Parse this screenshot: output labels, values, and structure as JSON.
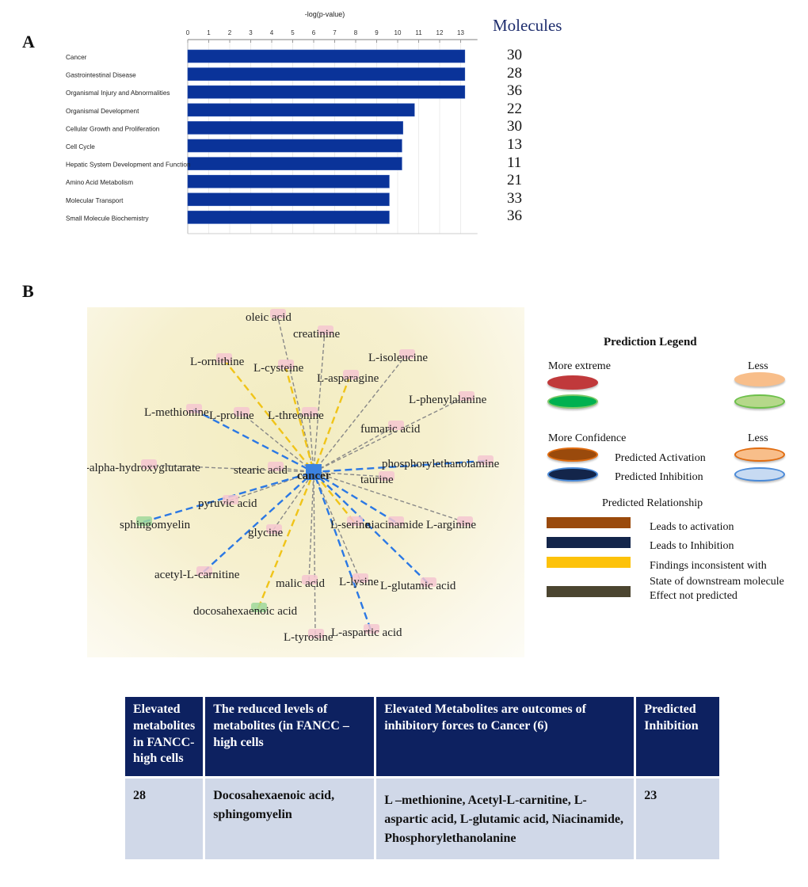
{
  "panels": {
    "a": "A",
    "b": "B"
  },
  "chart_data": [
    {
      "type": "bar",
      "orientation": "horizontal",
      "title": "",
      "xlabel": "-log(p-value)",
      "ylabel": "",
      "xlim": [
        0,
        13.8
      ],
      "xticks": [
        0,
        1,
        2,
        3,
        4,
        5,
        6,
        7,
        8,
        9,
        10,
        11,
        12,
        13
      ],
      "grid": true,
      "bar_color": "#0a3399",
      "categories": [
        "Cancer",
        "Gastrointestinal Disease",
        "Organismal Injury and Abnormalities",
        "Organismal Development",
        "Cellular Growth and Proliferation",
        "Cell Cycle",
        "Hepatic System Development and Function",
        "Amino Acid Metabolism",
        "Molecular Transport",
        "Small Molecule Biochemistry"
      ],
      "values": [
        13.2,
        13.2,
        13.2,
        10.8,
        10.25,
        10.2,
        10.2,
        9.6,
        9.6,
        9.6
      ],
      "annotation_title": "Molecules",
      "molecules": [
        "30",
        "28",
        "36",
        "22",
        "30",
        "13",
        "11",
        "21",
        "33",
        "36"
      ]
    }
  ],
  "network": {
    "center": "cancer",
    "nodes": [
      {
        "label": "oleic acid",
        "fill": "pink",
        "edge": "gray"
      },
      {
        "label": "creatinine",
        "fill": "pink",
        "edge": "gray"
      },
      {
        "label": "L-isoleucine",
        "fill": "pink",
        "edge": "gray"
      },
      {
        "label": "L-ornithine",
        "fill": "pink",
        "edge": "yellow"
      },
      {
        "label": "L-cysteine",
        "fill": "pink",
        "edge": "yellow"
      },
      {
        "label": "L-asparagine",
        "fill": "pink",
        "edge": "yellow"
      },
      {
        "label": "L-phenylalanine",
        "fill": "pink",
        "edge": "gray"
      },
      {
        "label": "L-methionine",
        "fill": "pink",
        "edge": "blue"
      },
      {
        "label": "L-proline",
        "fill": "pink",
        "edge": "gray"
      },
      {
        "label": "L-threonine",
        "fill": "pink",
        "edge": "gray"
      },
      {
        "label": "fumaric acid",
        "fill": "pink",
        "edge": "gray"
      },
      {
        "label": "D-alpha-hydroxyglutarate",
        "fill": "pink",
        "edge": "gray"
      },
      {
        "label": "stearic acid",
        "fill": "pink",
        "edge": "gray"
      },
      {
        "label": "phosphorylethanolamine",
        "fill": "pink",
        "edge": "blue"
      },
      {
        "label": "taurine",
        "fill": "pink",
        "edge": "gray"
      },
      {
        "label": "pyruvic acid",
        "fill": "pink",
        "edge": "gray"
      },
      {
        "label": "sphingomyelin",
        "fill": "green",
        "edge": "blue"
      },
      {
        "label": "glycine",
        "fill": "pink",
        "edge": "gray"
      },
      {
        "label": "L-serine",
        "fill": "pink",
        "edge": "yellow"
      },
      {
        "label": "niacinamide",
        "fill": "pink",
        "edge": "blue"
      },
      {
        "label": "L-arginine",
        "fill": "pink",
        "edge": "gray"
      },
      {
        "label": "acetyl-L-carnitine",
        "fill": "pink",
        "edge": "blue"
      },
      {
        "label": "malic acid",
        "fill": "pink",
        "edge": "gray"
      },
      {
        "label": "L-lysine",
        "fill": "pink",
        "edge": "gray"
      },
      {
        "label": "L-glutamic acid",
        "fill": "pink",
        "edge": "blue"
      },
      {
        "label": "docosahexaenoic acid",
        "fill": "green",
        "edge": "yellow"
      },
      {
        "label": "L-tyrosine",
        "fill": "pink",
        "edge": "gray"
      },
      {
        "label": "L-aspartic acid",
        "fill": "pink",
        "edge": "blue"
      }
    ],
    "colors": {
      "pink": "#f4c6d0",
      "green": "#9fd89a",
      "gray": "#888888",
      "yellow": "#f0c419",
      "blue": "#2b78e4",
      "center": "#3b82e0"
    }
  },
  "legend": {
    "title": "Prediction Legend",
    "more_extreme": "More extreme",
    "less": "Less",
    "more_confidence": "More  Confidence",
    "less2": "Less",
    "predicted_activation": "Predicted  Activation",
    "predicted_inhibition": "Predicted  Inhibition",
    "relationship_title": "Predicted  Relationship",
    "relationships": [
      {
        "label": "Leads to activation",
        "color": "#9a4a0c"
      },
      {
        "label": "Leads to Inhibition",
        "color": "#13254a"
      },
      {
        "label": "Findings inconsistent  with",
        "color": "#fdc20a"
      },
      {
        "label": "State of downstream molecule",
        "color": ""
      },
      {
        "label": "Effect not predicted",
        "color": "#4b4530"
      }
    ],
    "swatches": {
      "extreme_red": "#c0393b",
      "extreme_green": "#00b050",
      "less_orange": "#f8be8a",
      "less_green": "#b5d88a",
      "conf_act": "#9a4a0c",
      "conf_act_border": "#e06c10",
      "conf_inh": "#13254a",
      "conf_inh_border": "#4a8ad8",
      "less_act": "#f8be8a",
      "less_act_border": "#e06c10",
      "less_inh": "#c7daf2",
      "less_inh_border": "#4a8ad8"
    }
  },
  "table": {
    "headers": [
      "Elevated metabolites in FANCC-high cells",
      "The reduced levels of metabolites (in FANCC –high cells",
      "Elevated Metabolites are outcomes of inhibitory forces to Cancer (6)",
      "Predicted Inhibition"
    ],
    "row": [
      "28",
      "Docosahexaenoic acid, sphingomyelin",
      "L –methionine, Acetyl-L-carnitine, L-aspartic acid, L-glutamic acid, Niacinamide, Phosphorylethanolanine",
      "23"
    ]
  }
}
